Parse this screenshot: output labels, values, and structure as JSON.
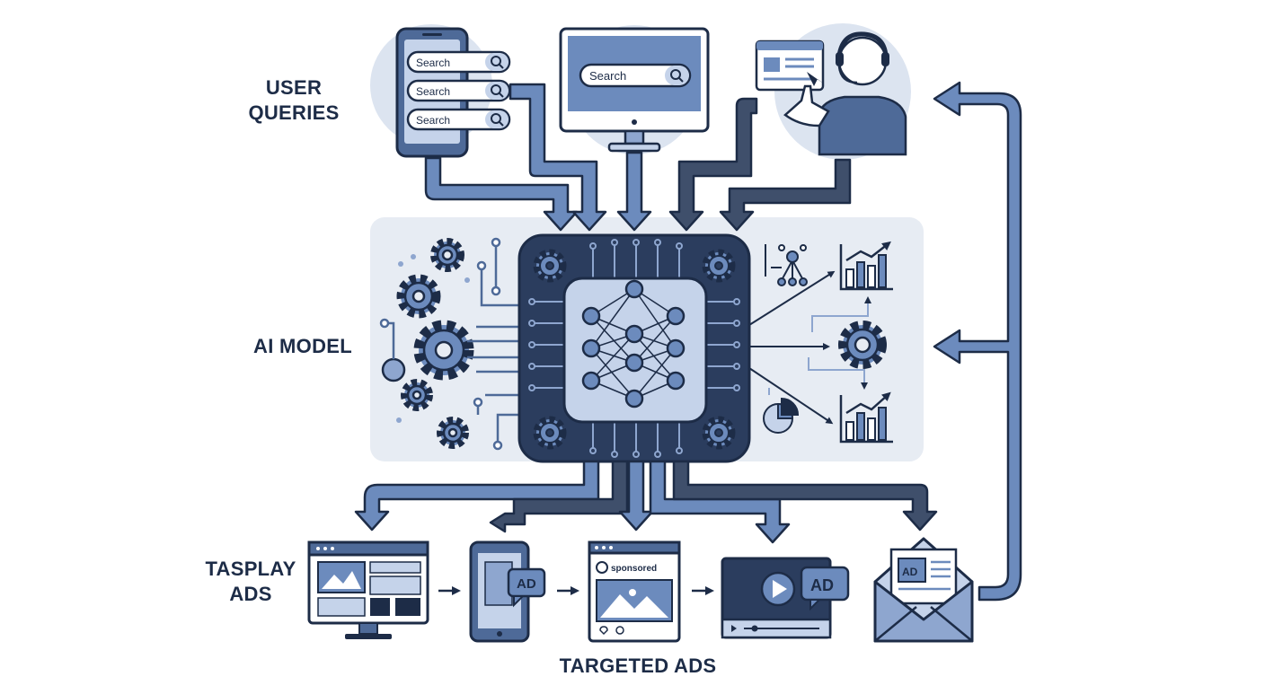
{
  "labels": {
    "user_queries_line1": "USER",
    "user_queries_line2": "QUERIES",
    "ai_model": "AI MODEL",
    "display_ads_line1": "TASPLAY",
    "display_ads_line2": "ADS",
    "targeted_ads": "TARGETED ADS"
  },
  "search_boxes": {
    "phone_1": "Search",
    "phone_2": "Search",
    "phone_3": "Search",
    "monitor": "Search"
  },
  "ad_badges": {
    "phone": "AD",
    "video": "AD",
    "email": "AD"
  },
  "social_post": {
    "sponsored": "sponsored"
  },
  "icons": [
    "smartphone-icon",
    "monitor-icon",
    "agent-headset-icon",
    "chip-icon",
    "neural-network-icon",
    "gear-icon",
    "bar-chart-icon",
    "pie-chart-icon",
    "network-node-icon",
    "browser-ad-icon",
    "mobile-ad-icon",
    "social-post-icon",
    "video-ad-icon",
    "email-ad-icon"
  ],
  "colors": {
    "dark_navy": "#1d2c47",
    "mid_blue": "#6c8bbd",
    "light_blue": "#c5d3ea",
    "panel_bg": "#e7ecf3",
    "arrow_dark": "#3f4f6b"
  }
}
